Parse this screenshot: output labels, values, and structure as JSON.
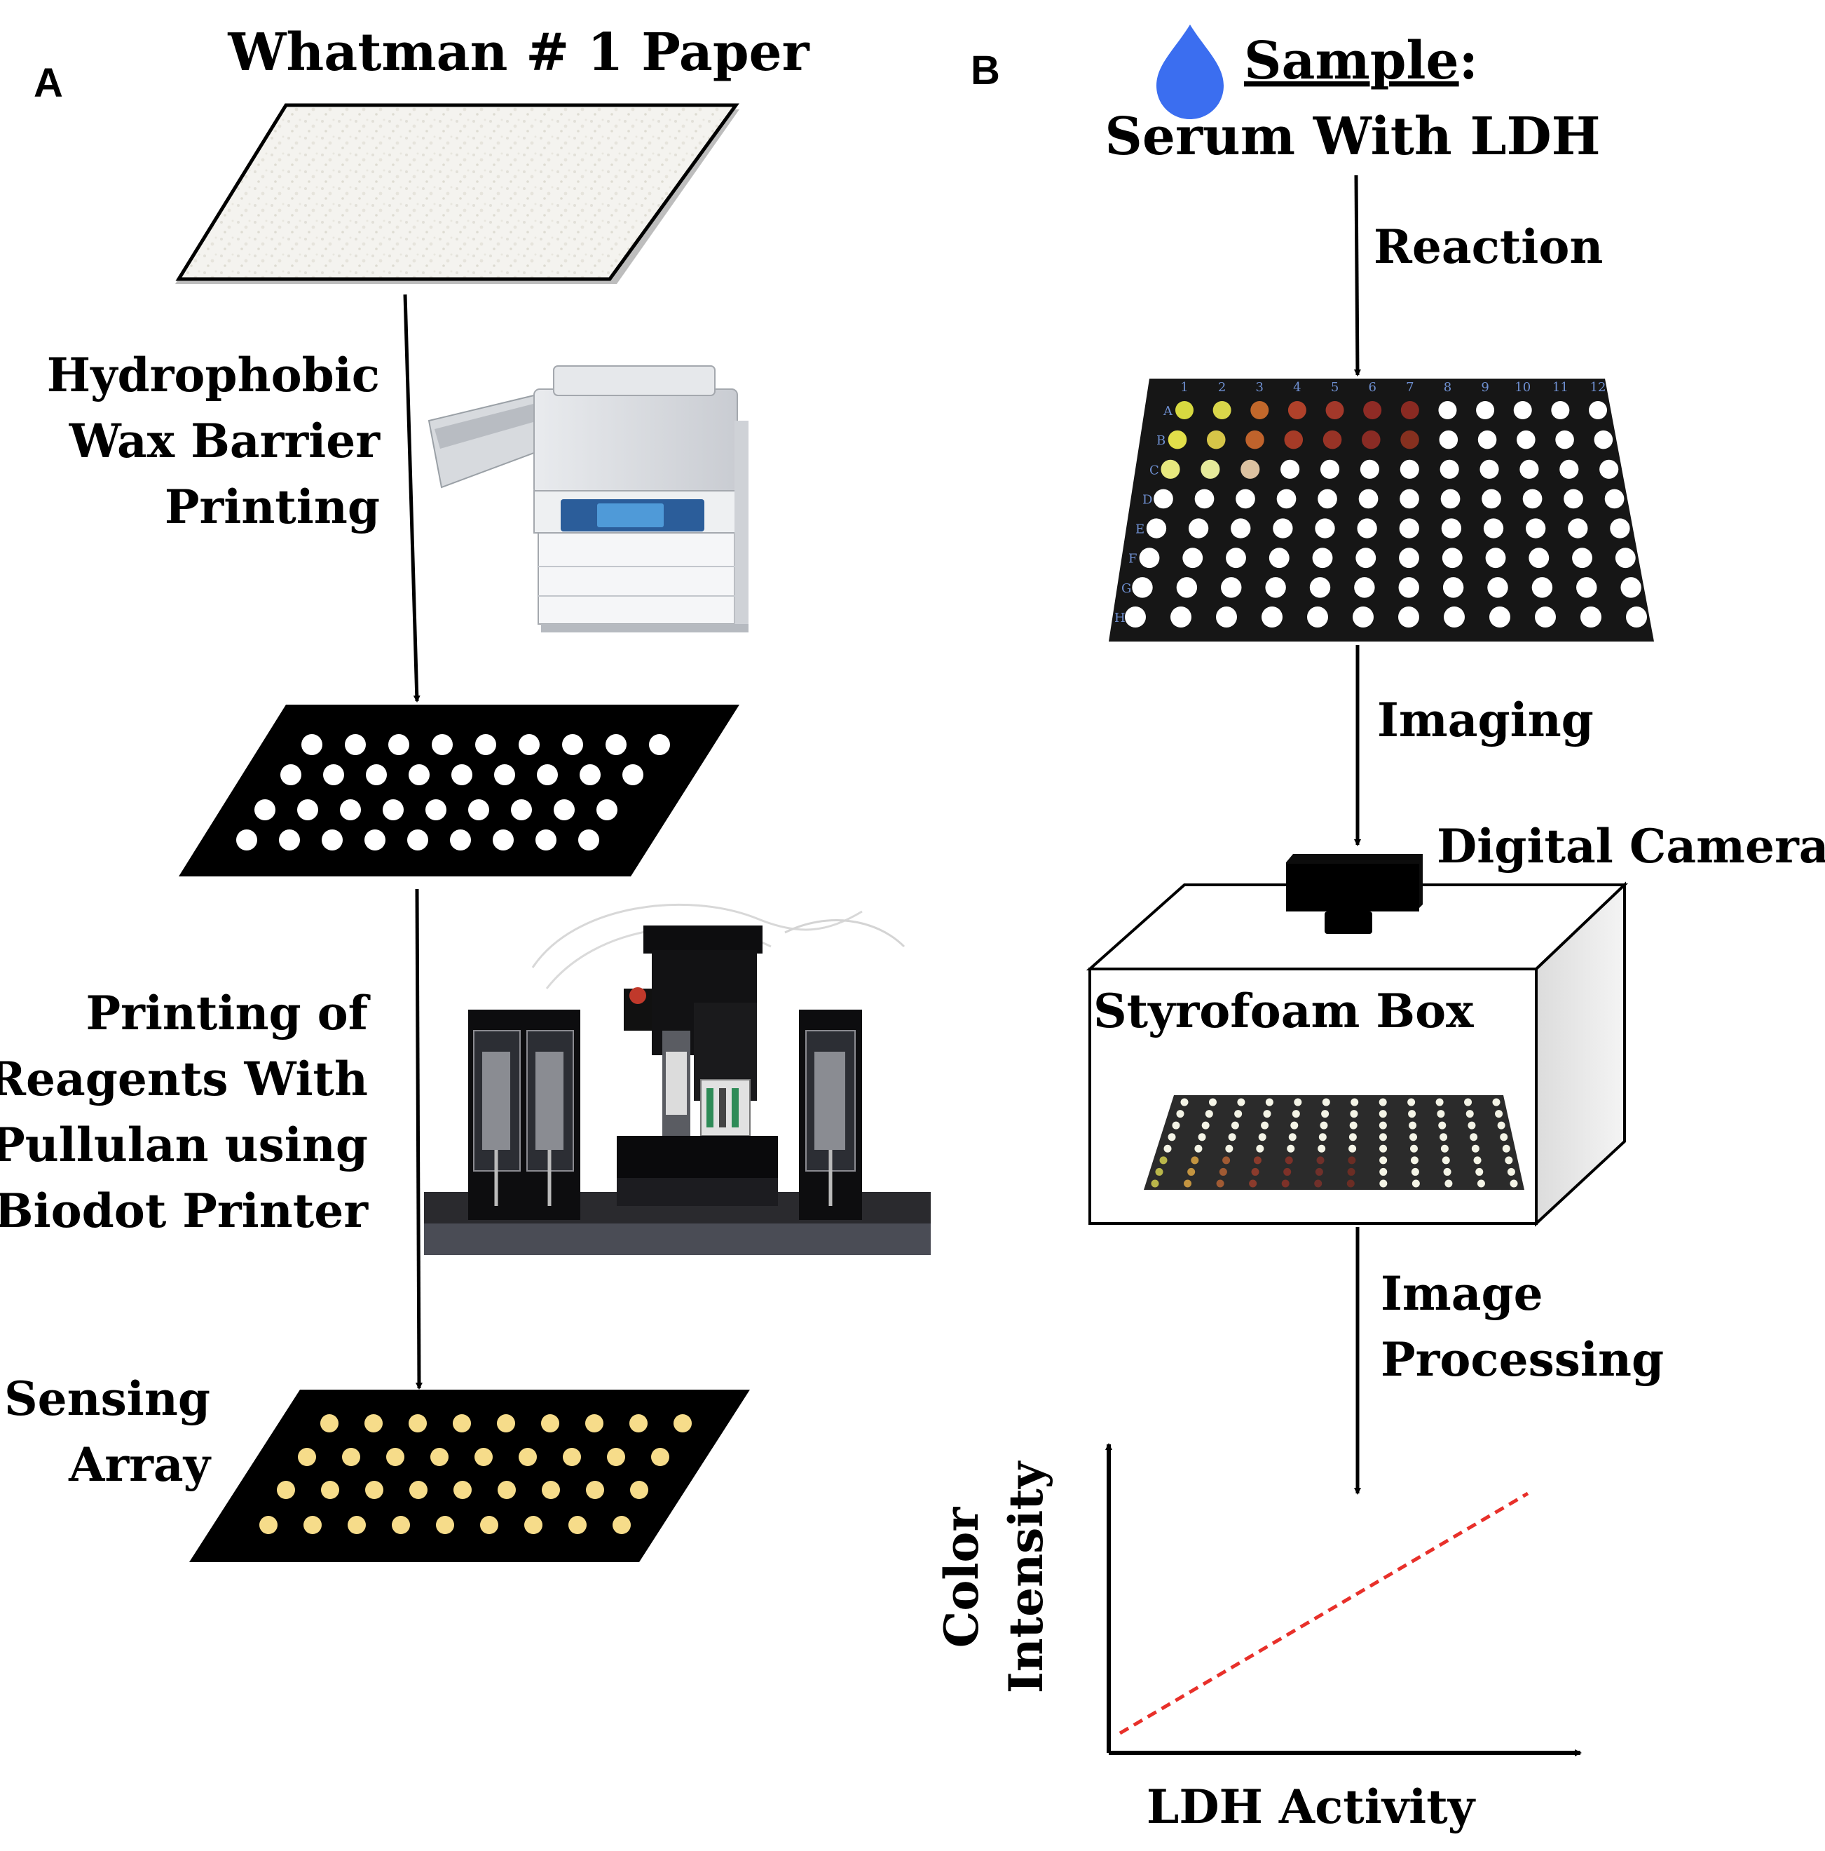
{
  "panel_a": {
    "letter": "A",
    "paper_title": "Whatman # 1 Paper",
    "step1_lines": [
      "Hydrophobic",
      "Wax Barrier",
      "Printing"
    ],
    "step2_lines": [
      "Printing of",
      "Reagents With",
      "Pullulan using",
      "Biodot Printer"
    ],
    "result_lines": [
      "Sensing",
      "Array"
    ],
    "paper_color": "#f2f1ec",
    "spot_color_white": "#ffffff",
    "spot_color_sensing": "#f6dc8a",
    "printer_icon": "office-printer-icon",
    "biodot_icon": "biodot-dispensing-printer-icon"
  },
  "panel_b": {
    "letter": "B",
    "drop_icon": "water-drop-icon",
    "drop_color": "#3b6ef0",
    "sample_label": "Sample",
    "sample_colon": ":",
    "sample_desc": "Serum With LDH",
    "step_reaction": "Reaction",
    "step_imaging": "Imaging",
    "camera_label": "Digital Camera",
    "box_label": "Styrofoam Box",
    "step_processing_lines": [
      "Image",
      "Processing"
    ],
    "plate_column_labels": [
      "1",
      "2",
      "3",
      "4",
      "5",
      "6",
      "7",
      "8",
      "9",
      "10",
      "11",
      "12"
    ],
    "plate_row_labels": [
      "A",
      "B",
      "C",
      "D",
      "E",
      "F",
      "G",
      "H"
    ],
    "graph_ylabel_lines": [
      "Color",
      "Intensity"
    ],
    "graph_xlabel": "LDH Activity",
    "trend_line_color": "#e8302a"
  }
}
